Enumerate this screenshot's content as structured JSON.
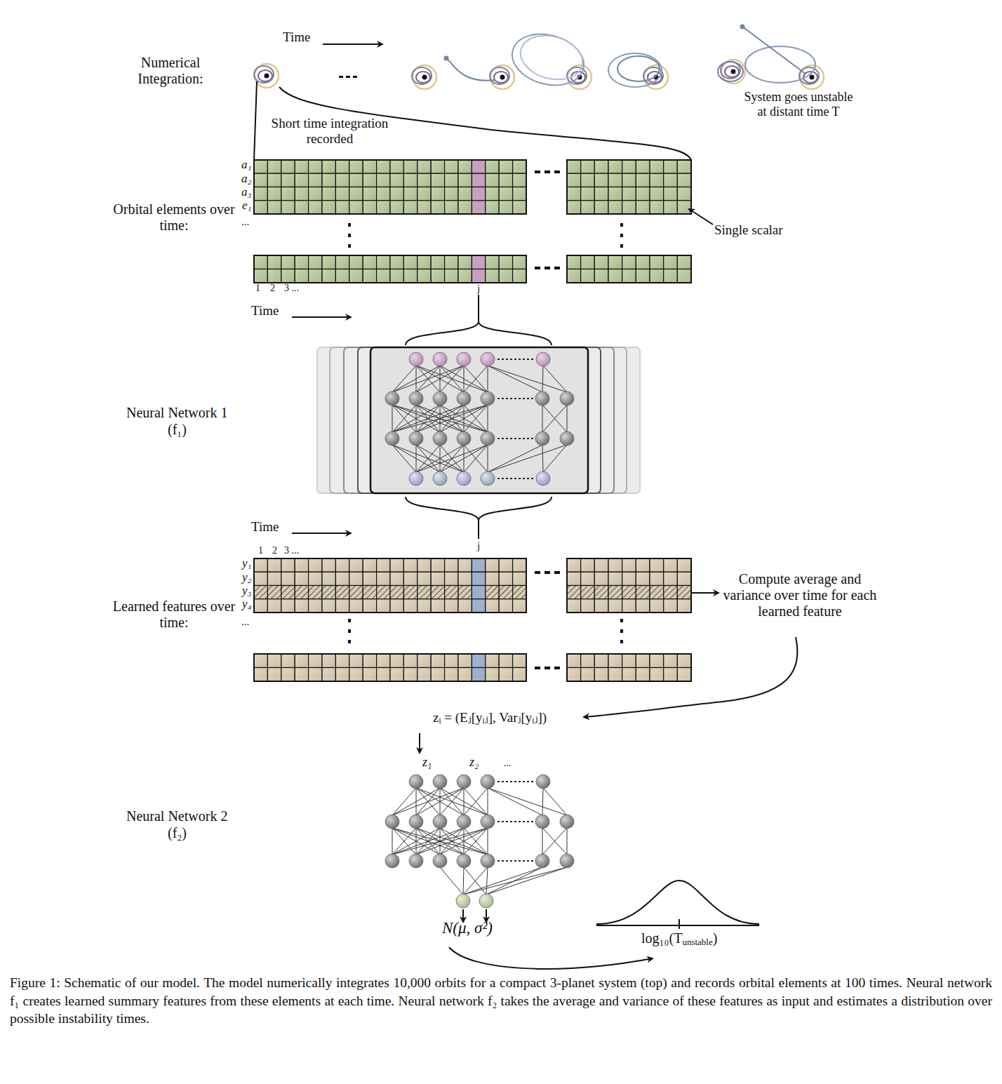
{
  "diagram": {
    "caption": "Figure 1: Schematic of our model. The model numerically integrates 10,000 orbits for a compact 3-planet system (top) and records orbital elements at 100 times. Neural network f₁ creates learned summary features from these elements at each time. Neural network f₂ takes the average and variance of these features as input and estimates a distribution over possible instability times.",
    "labels": [
      "Time",
      "Numerical Integration:",
      "System goes unstable at distant time T",
      "Short time integration recorded",
      "a₁",
      "a₂",
      "a₃",
      "e₁",
      "...",
      "Orbital elements over time:",
      "Single scalar",
      "1",
      "2",
      "3 ...",
      "j",
      "Time",
      "Neural Network 1",
      "(f₁)",
      "Time",
      "1",
      "2",
      "3 ...",
      "j",
      "y₁",
      "y₂",
      "y₃",
      "y₄",
      "...",
      "Learned features over time:",
      "Compute average and variance over time for each learned feature",
      "zᵢ = (Eⱼ[yᵢⱼ], Varⱼ[yᵢⱼ])",
      "z₁",
      "z₂",
      "...",
      "Neural Network 2",
      "(f₂)",
      "N(μ, σ²)",
      "log₁₀(T",
      "unstable",
      ")"
    ]
  }
}
